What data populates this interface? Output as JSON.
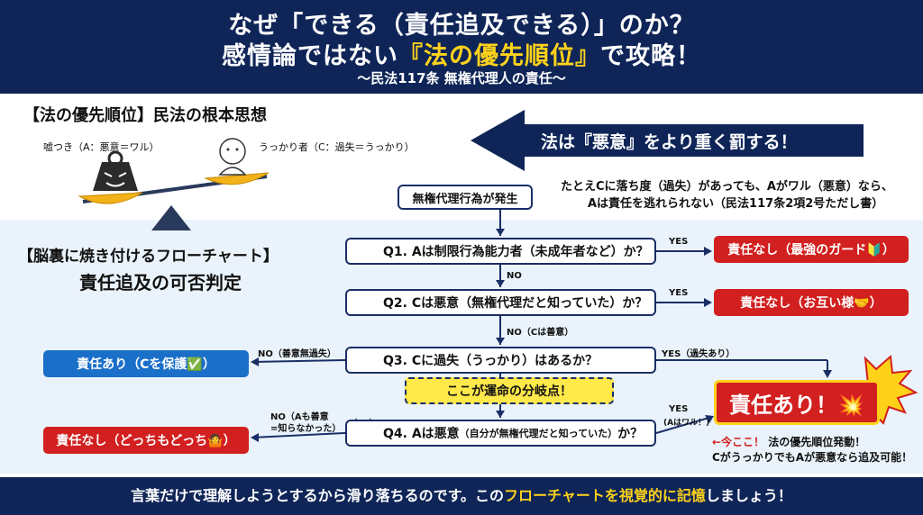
{
  "header": {
    "line1": "なぜ「できる（責任追及できる）」のか？",
    "line2_pre": "感情論ではない",
    "line2_highlight": "『法の優先順位』",
    "line2_post": "で攻略！",
    "line3": "〜民法117条 無権代理人の責任〜"
  },
  "section1": {
    "title": "【法の優先順位】民法の根本思想",
    "liar_label": "嘘つき（A：悪意＝ワル）",
    "careless_label": "うっかり者（C：過失＝うっかり）",
    "arrow_text": "法は『悪意』をより重く罰する！",
    "note_line1": "たとえCに落ち度（過失）があっても、Aがワル（悪意）なら、",
    "note_line2": "Aは責任を逃れられない（民法117条2項2号ただし書）"
  },
  "section2": {
    "title1": "【脳裏に焼き付けるフローチャート】",
    "title2": "責任追及の可否判定"
  },
  "flow": {
    "start": "無権代理行為が発生",
    "q1": "Q1. Aは制限行為能力者（未成年者など）か？",
    "q2": "Q2. Cは悪意（無権代理だと知っていた）か？",
    "q3": "Q3. Cに過失（うっかり）はあるか？",
    "q4_main": "Q4. Aは悪意",
    "q4_small": "（自分が無権代理だと知っていた）",
    "q4_end": "か？",
    "fate": "ここが運命の分岐点！",
    "res1": "責任なし（最強のガード🔰）",
    "res2": "責任なし（お互い様🤝）",
    "res3": "責任あり（Cを保護✅）",
    "res4": "責任なし（どっちもどっち🤷）",
    "liable": "責任あり！💥",
    "yes1": "YES",
    "yes2": "YES",
    "yes3": "YES（過失あり）",
    "yes4_a": "YES",
    "yes4_b": "(Aはワル！)",
    "no1": "NO",
    "no2": "NO（Cは善意）",
    "no3": "NO（善意無過失）",
    "no4_a": "NO（Aも善意",
    "no4_b": "=知らなかった）",
    "now_red": "←今ここ！",
    "now_text": "法の優先順位発動！",
    "now_line2": "CがうっかりでもAが悪意なら追及可能！"
  },
  "footer": {
    "pre": "言葉だけで理解しようとするから滑り落ちるのです。この",
    "highlight": "フローチャートを視覚的に記憶",
    "post": "しましょう！"
  },
  "colors": {
    "navy": "#0f2558",
    "yellow": "#ffd21a",
    "red": "#d21f1f",
    "blue": "#1a6fc9"
  }
}
